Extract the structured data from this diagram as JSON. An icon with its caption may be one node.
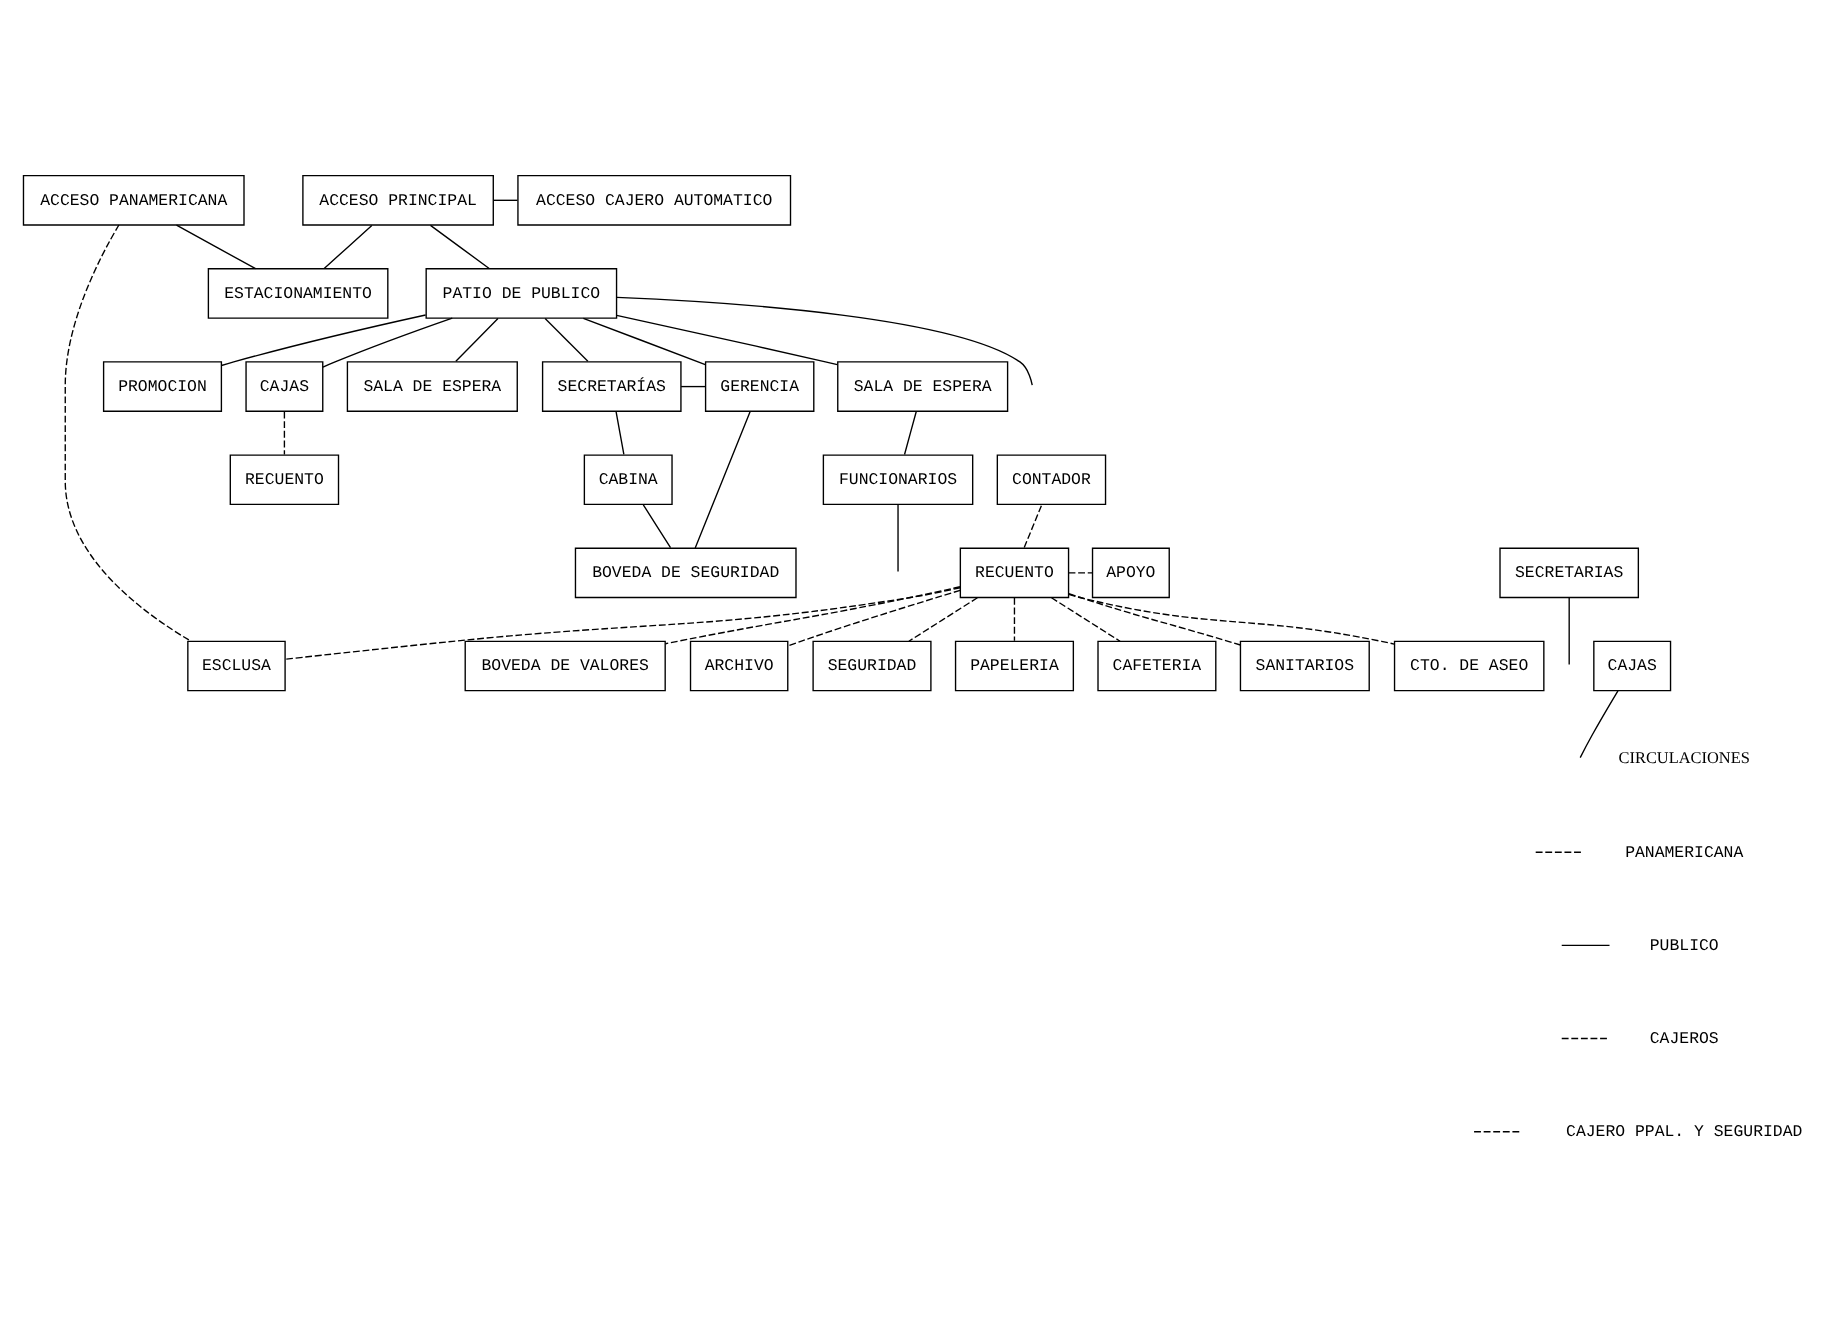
{
  "diagram": {
    "nodes": [
      {
        "text": [
          "ACCESO PANAMERICANA"
        ]
      },
      {
        "text": [
          "ACCESO PRINCIPAL"
        ]
      },
      {
        "text": [
          "ACCESO CAJERO AUTOMATICO"
        ]
      },
      {
        "text": [
          "ESTACIONAMIENTO"
        ]
      },
      {
        "text": [
          "PATIO DE PUBLICO"
        ]
      },
      {
        "text": [
          "PROMOCION"
        ]
      },
      {
        "text": [
          "CAJAS"
        ]
      },
      {
        "text": [
          "SALA DE ESPERA"
        ]
      },
      {
        "text": [
          "SECRETARÍAS"
        ]
      },
      {
        "text": [
          "GERENCIA"
        ]
      },
      {
        "text": [
          "SALA DE ESPERA"
        ]
      },
      {
        "text": [
          "RECUENTO"
        ]
      },
      {
        "text": [
          "CONTADOR"
        ]
      },
      {
        "text": [
          "CABINA"
        ]
      },
      {
        "text": [
          "FUNCIONARIOS"
        ]
      },
      {
        "text": [
          "RECUENTO"
        ]
      },
      {
        "text": [
          "APOYO"
        ]
      },
      {
        "text": [
          "BOVEDA DE SEGURIDAD"
        ]
      },
      {
        "text": [
          "SECRETARIAS"
        ]
      },
      {
        "text": [
          "BOVEDA DE VALORES"
        ]
      },
      {
        "text": [
          "ARCHIVO"
        ]
      },
      {
        "text": [
          "CAJAS"
        ]
      },
      {
        "text": [
          "SEGURIDAD"
        ]
      },
      {
        "text": [
          "PAPELERIA"
        ]
      },
      {
        "text": [
          "ESCLUSA"
        ]
      },
      {
        "text": [
          "CAFETERIA"
        ]
      },
      {
        "text": [
          "SANITARIOS"
        ]
      },
      {
        "text": [
          "CTO. DE ASEO"
        ]
      }
    ],
    "edges": [
      {
        "from": 0,
        "to": 3,
        "arrow": "none"
      },
      {
        "from": 1,
        "to": 3,
        "arrow": "none"
      },
      {
        "from": 1,
        "to": 2,
        "arrow": "none"
      },
      {
        "from": 1,
        "to": 4,
        "arrow": "none"
      },
      {
        "from": 4,
        "to": 5,
        "arrow": "none"
      },
      {
        "from": 4,
        "to": 6,
        "arrow": "none"
      },
      {
        "from": 4,
        "to": 7,
        "arrow": "none"
      },
      {
        "from": 4,
        "to": 8,
        "arrow": "none"
      },
      {
        "from": 4,
        "to": 9,
        "arrow": "none"
      },
      {
        "from": 4,
        "to": 10,
        "arrow": "none"
      },
      {
        "from": 4,
        "to": null,
        "arrow": "none"
      },
      {
        "from": 8,
        "to": 9,
        "arrow": "none"
      },
      {
        "from": 8,
        "to": 13,
        "arrow": "none"
      },
      {
        "from": 13,
        "to": 17,
        "arrow": "none"
      },
      {
        "from": 9,
        "to": 17,
        "arrow": "none"
      },
      {
        "from": 10,
        "to": 14,
        "arrow": "none"
      },
      {
        "from": 14,
        "to": null,
        "arrow": "none"
      },
      {
        "from": 18,
        "to": null,
        "arrow": "none"
      },
      {
        "from": 21,
        "to": null,
        "arrow": "none"
      },
      {
        "from": 6,
        "to": 11,
        "arrow": "none",
        "style": "dashed"
      },
      {
        "from": 0,
        "to": 24,
        "arrow": "none",
        "style": "dashed"
      },
      {
        "from": 15,
        "to": 19,
        "arrow": "none",
        "style": "dashed"
      },
      {
        "from": 15,
        "to": 22,
        "arrow": "none",
        "style": "dashed"
      },
      {
        "from": 15,
        "to": 24,
        "arrow": "none",
        "style": "dashed"
      },
      {
        "from": 15,
        "to": 12,
        "arrow": "none",
        "style": "dashed"
      },
      {
        "from": 15,
        "to": 16,
        "arrow": "none",
        "style": "dashed"
      },
      {
        "from": 15,
        "to": 20,
        "arrow": "none",
        "style": "dashed"
      },
      {
        "from": 15,
        "to": 23,
        "arrow": "none",
        "style": "dashed"
      },
      {
        "from": 15,
        "to": 25,
        "arrow": "none",
        "style": "dashed"
      },
      {
        "from": 15,
        "to": 26,
        "arrow": "none",
        "style": "dashed"
      },
      {
        "from": 15,
        "to": 27,
        "arrow": "none",
        "style": "dashed"
      }
    ],
    "labels": [
      "CIRCULACIONES"
    ],
    "legend": [
      {
        "text": "PANAMERICANA"
      },
      {
        "text": "PUBLICO"
      },
      {
        "text": "CAJEROS"
      },
      {
        "text": "CAJERO PPAL. Y SEGURIDAD"
      }
    ]
  }
}
